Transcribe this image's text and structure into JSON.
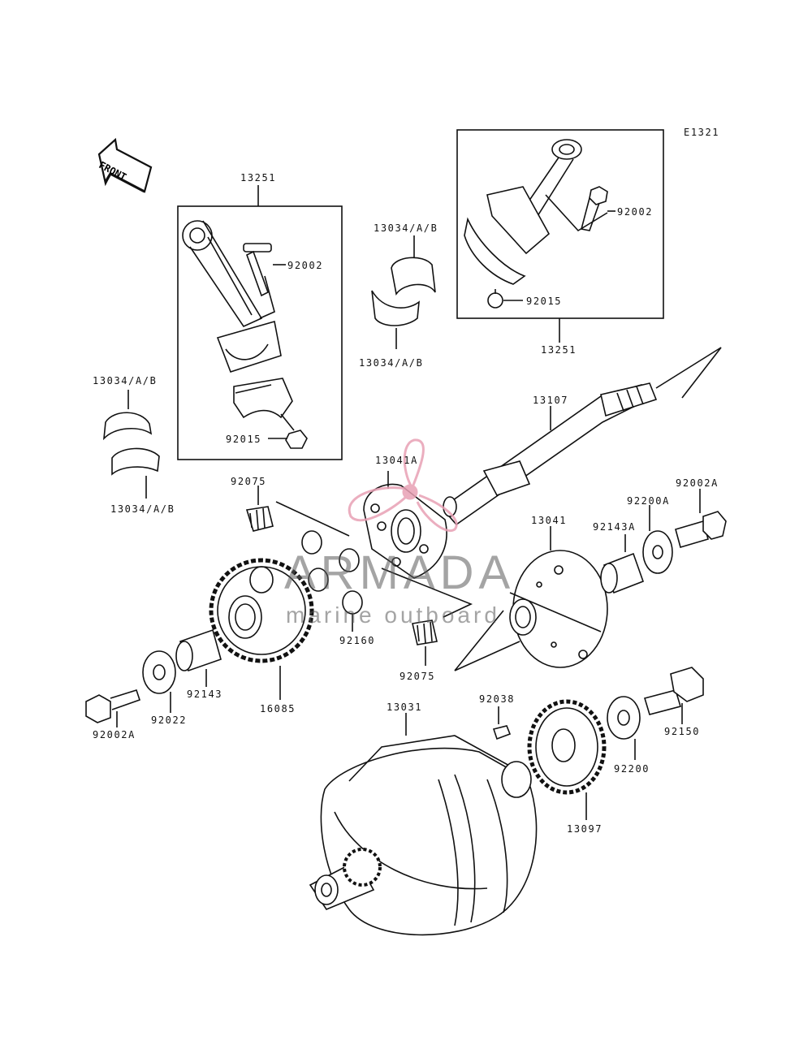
{
  "diagram_code": "E1321",
  "front_label": "FRONT",
  "watermark": {
    "brand": "ARMADA",
    "tagline": "marine outboard",
    "brand_color": "#e8a0b4"
  },
  "labels": {
    "l13251_left": "13251",
    "l92002_left": "92002",
    "l13034_upper_mid": "13034/A/B",
    "l13034_lower_mid": "13034/A/B",
    "l92002_right_box": "92002",
    "l92015_right_box": "92015",
    "l13251_right": "13251",
    "l13107": "13107",
    "l13034_left_upper": "13034/A/B",
    "l92015_left_box": "92015",
    "l13034_left_lower": "13034/A/B",
    "l13041A": "13041A",
    "l92075_upper": "92075",
    "l92002A_right": "92002A",
    "l92200A": "92200A",
    "l92143A": "92143A",
    "l13041": "13041",
    "l92160": "92160",
    "l92075_lower": "92075",
    "l92143": "92143",
    "l16085": "16085",
    "l92022": "92022",
    "l92002A_left": "92002A",
    "l13031": "13031",
    "l92038": "92038",
    "l92150": "92150",
    "l92200": "92200",
    "l13097": "13097"
  }
}
